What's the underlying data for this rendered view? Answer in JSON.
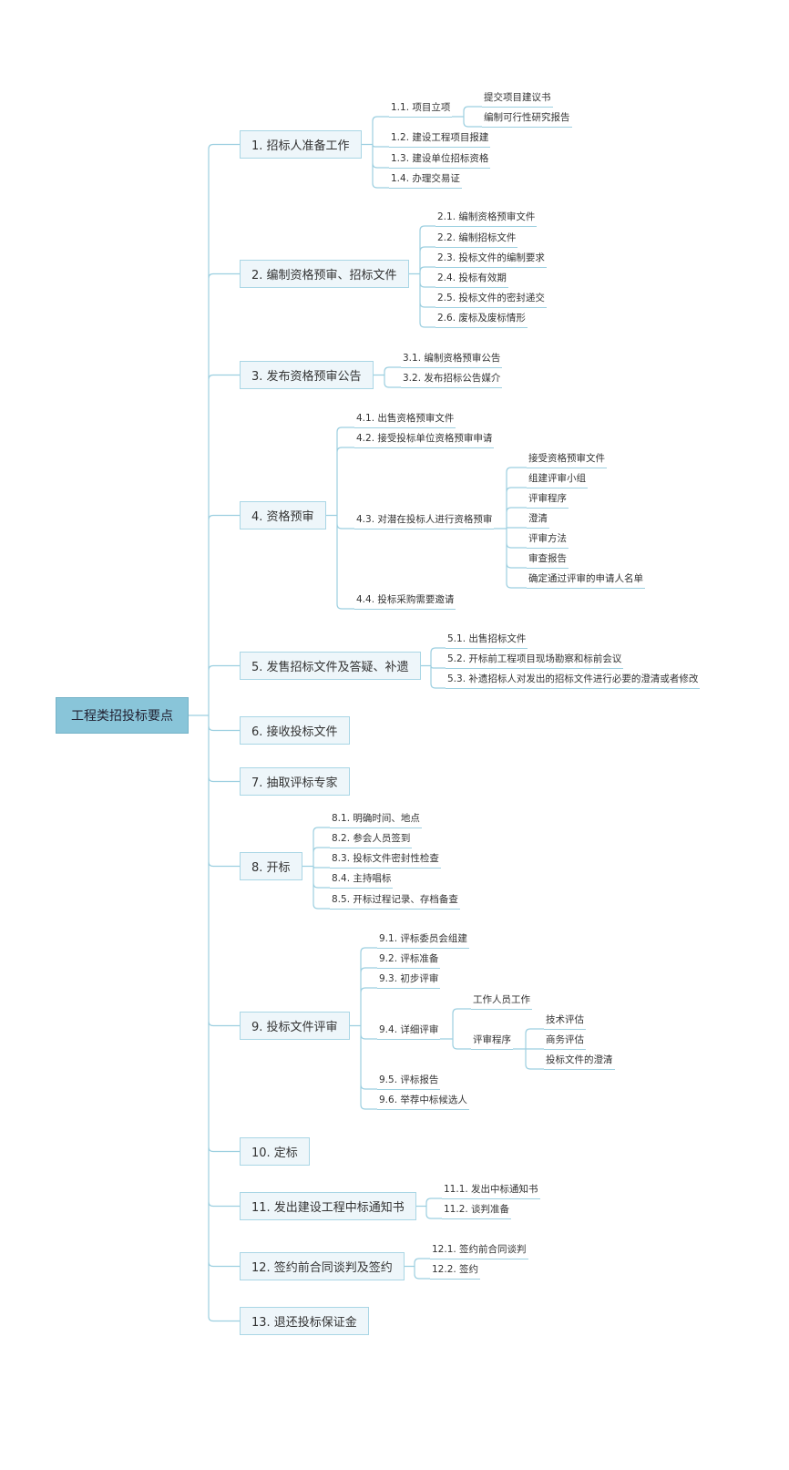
{
  "colors": {
    "line": "#9ccfe0",
    "root_fill": "#89c5d9",
    "branch_fill": "#eef6fa",
    "branch_border": "#a9d6e5"
  },
  "root": {
    "label": "工程类招投标要点"
  },
  "branches": [
    {
      "label": "1. 招标人准备工作",
      "children": [
        {
          "label": "1.1. 项目立项",
          "children": [
            {
              "label": "提交项目建议书"
            },
            {
              "label": "编制可行性研究报告"
            }
          ]
        },
        {
          "label": "1.2. 建设工程项目报建"
        },
        {
          "label": "1.3. 建设单位招标资格"
        },
        {
          "label": "1.4. 办理交易证"
        }
      ]
    },
    {
      "label": "2. 编制资格预审、招标文件",
      "children": [
        {
          "label": "2.1. 编制资格预审文件"
        },
        {
          "label": "2.2. 编制招标文件"
        },
        {
          "label": "2.3. 投标文件的编制要求"
        },
        {
          "label": "2.4. 投标有效期"
        },
        {
          "label": "2.5. 投标文件的密封递交"
        },
        {
          "label": "2.6. 废标及废标情形"
        }
      ]
    },
    {
      "label": "3. 发布资格预审公告",
      "children": [
        {
          "label": "3.1. 编制资格预审公告"
        },
        {
          "label": "3.2. 发布招标公告媒介"
        }
      ]
    },
    {
      "label": "4. 资格预审",
      "children": [
        {
          "label": "4.1. 出售资格预审文件"
        },
        {
          "label": "4.2. 接受投标单位资格预审申请"
        },
        {
          "label": "4.3. 对潜在投标人进行资格预审",
          "children": [
            {
              "label": "接受资格预审文件"
            },
            {
              "label": "组建评审小组"
            },
            {
              "label": "评审程序"
            },
            {
              "label": "澄清"
            },
            {
              "label": "评审方法"
            },
            {
              "label": "审查报告"
            },
            {
              "label": "确定通过评审的申请人名单"
            }
          ]
        },
        {
          "label": "4.4. 投标采购需要邀请"
        }
      ]
    },
    {
      "label": "5. 发售招标文件及答疑、补遗",
      "children": [
        {
          "label": "5.1. 出售招标文件"
        },
        {
          "label": "5.2. 开标前工程项目现场勘察和标前会议"
        },
        {
          "label": "5.3. 补遗招标人对发出的招标文件进行必要的澄清或者修改"
        }
      ]
    },
    {
      "label": "6. 接收投标文件"
    },
    {
      "label": "7. 抽取评标专家"
    },
    {
      "label": "8. 开标",
      "children": [
        {
          "label": "8.1. 明确时间、地点"
        },
        {
          "label": "8.2. 参会人员签到"
        },
        {
          "label": "8.3. 投标文件密封性检查"
        },
        {
          "label": "8.4. 主持唱标"
        },
        {
          "label": "8.5. 开标过程记录、存档备查"
        }
      ]
    },
    {
      "label": "9. 投标文件评审",
      "children": [
        {
          "label": "9.1. 评标委员会组建"
        },
        {
          "label": "9.2. 评标准备"
        },
        {
          "label": "9.3. 初步评审"
        },
        {
          "label": "9.4. 详细评审",
          "children": [
            {
              "label": "工作人员工作"
            },
            {
              "label": "评审程序",
              "children": [
                {
                  "label": "技术评估"
                },
                {
                  "label": "商务评估"
                },
                {
                  "label": "投标文件的澄清"
                }
              ]
            }
          ]
        },
        {
          "label": "9.5. 评标报告"
        },
        {
          "label": "9.6. 举荐中标候选人"
        }
      ]
    },
    {
      "label": "10. 定标"
    },
    {
      "label": "11. 发出建设工程中标通知书",
      "children": [
        {
          "label": "11.1. 发出中标通知书"
        },
        {
          "label": "11.2. 谈判准备"
        }
      ]
    },
    {
      "label": "12. 签约前合同谈判及签约",
      "children": [
        {
          "label": "12.1. 签约前合同谈判"
        },
        {
          "label": "12.2. 签约"
        }
      ]
    },
    {
      "label": "13. 退还投标保证金"
    }
  ]
}
